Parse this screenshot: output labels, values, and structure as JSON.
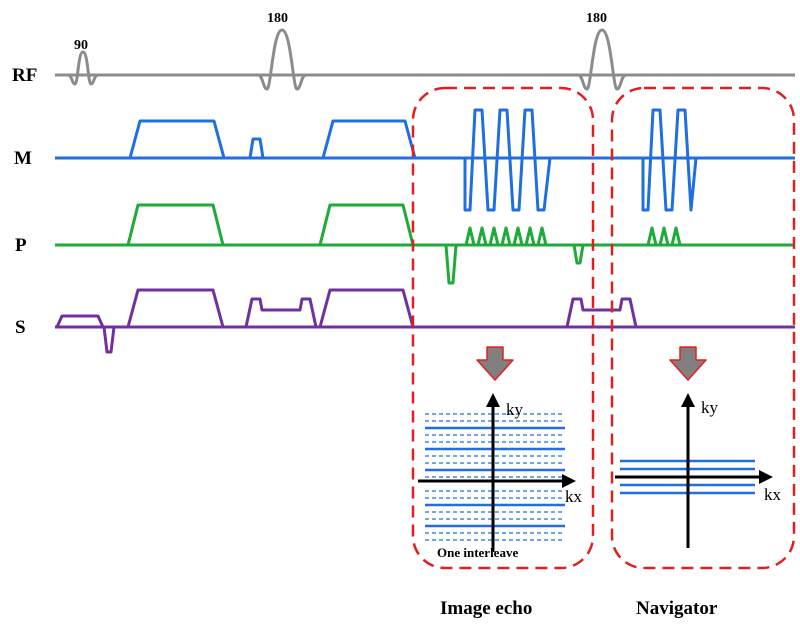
{
  "rows": {
    "rf": "RF",
    "m": "M",
    "p": "P",
    "s": "S"
  },
  "pulses": {
    "excitation": "90",
    "refocus_1": "180",
    "refocus_2": "180"
  },
  "image_echo": {
    "ky_label": "ky",
    "kx_label": "kx",
    "note": "One interleave",
    "caption": "Image echo"
  },
  "navigator": {
    "ky_label": "ky",
    "kx_label": "kx",
    "caption": "Navigator"
  },
  "colors": {
    "rf": "#8c8c8c",
    "m": "#1f6fe0",
    "p": "#1faa3a",
    "s": "#7030a0",
    "box": "#e02020",
    "arrow": "#808080",
    "axis": "#000000"
  }
}
